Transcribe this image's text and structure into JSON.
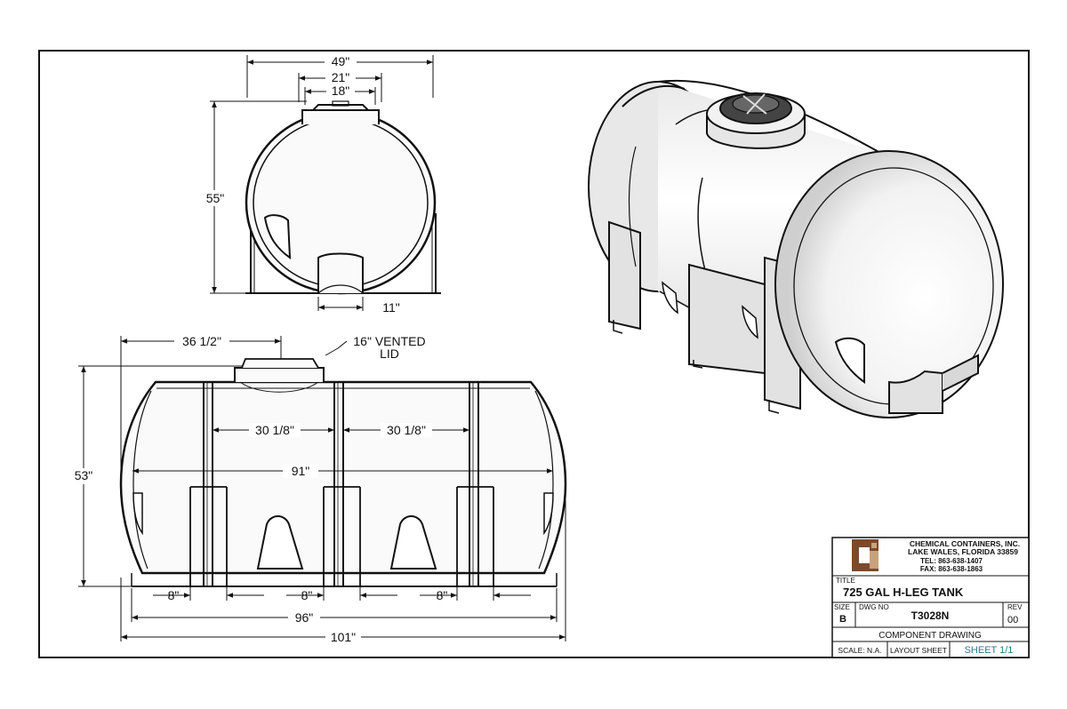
{
  "front_view": {
    "overall_width": "49\"",
    "lid_outer": "21\"",
    "lid_inner": "18\"",
    "height": "55\"",
    "leg_gap": "11\""
  },
  "side_view": {
    "lid_offset": "36 1/2\"",
    "lid_callout_line1": "16\" VENTED",
    "lid_callout_line2": "LID",
    "height": "53\"",
    "band_spacing_left": "30 1/8\"",
    "band_spacing_right": "30 1/8\"",
    "band_span": "91\"",
    "leg_width_left": "8\"",
    "leg_width_mid": "8\"",
    "leg_width_right": "8\"",
    "leg_span": "96\"",
    "overall_length": "101\""
  },
  "title_block": {
    "company": "CHEMICAL CONTAINERS, INC.",
    "address": "LAKE WALES, FLORIDA  33859",
    "tel": "TEL: 863-638-1407",
    "fax": "FAX: 863-638-1863",
    "title_label": "TITLE",
    "title": "725 GAL H-LEG TANK",
    "size_label": "SIZE",
    "size": "B",
    "dwg_no_label": "DWG NO",
    "dwg_no": "T3028N",
    "rev_label": "REV",
    "rev": "00",
    "drawing_type": "COMPONENT DRAWING",
    "scale": "SCALE: N.A.",
    "layout": "LAYOUT SHEET",
    "sheet": "SHEET 1/1"
  },
  "colors": {
    "line": "#111111",
    "tank_fill": "#f4f4f4",
    "logo_brown": "#7a4a2b",
    "logo_tan": "#c8a27a",
    "sheet_text": "#2b7a8a"
  }
}
